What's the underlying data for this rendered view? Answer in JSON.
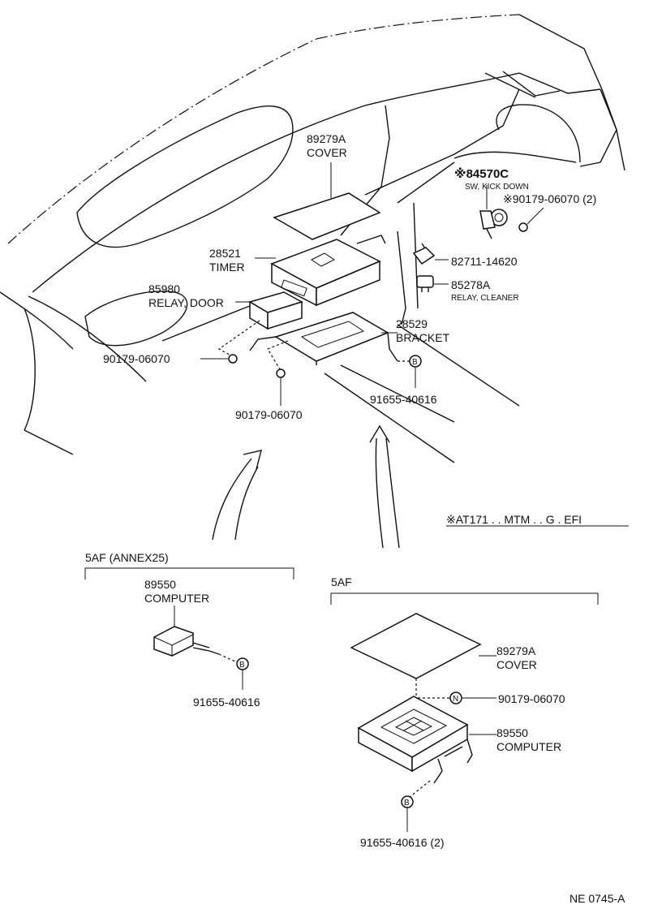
{
  "parts": {
    "cover_top_no": "89279A",
    "cover_top_name": "COVER",
    "timer_no": "28521",
    "timer_name": "TIMER",
    "relay_door_no": "85980",
    "relay_door_name": "RELAY, DOOR",
    "nut_left_no": "90179-06070",
    "nut_lower_no": "90179-06070",
    "bracket_no": "28529",
    "bracket_name": "BRACKET",
    "bolt_bracket_no": "91655-40616",
    "kickdown_no": "※84570C",
    "kickdown_name": "SW, KICK DOWN",
    "kickdown_nut_no": "※90179-06070 (2)",
    "part_82711_no": "82711-14620",
    "relay_cleaner_no": "85278A",
    "relay_cleaner_name": "RELAY, CLEANER"
  },
  "note": "※AT171 . . MTM . . G . EFI",
  "annex_group": {
    "title": "5AF (ANNEX25)",
    "computer_no": "89550",
    "computer_name": "COMPUTER",
    "bolt_no": "91655-40616",
    "bolt_mark": "B"
  },
  "fiveaf_group": {
    "title": "5AF",
    "cover_no": "89279A",
    "cover_name": "COVER",
    "nut_no": "90179-06070",
    "nut_mark": "N",
    "computer_no": "89550",
    "computer_name": "COMPUTER",
    "bolt_no": "91655-40616 (2)",
    "bolt_mark": "B"
  },
  "bracket_bolt_mark": "B",
  "figure_id": "NE 0745-A"
}
